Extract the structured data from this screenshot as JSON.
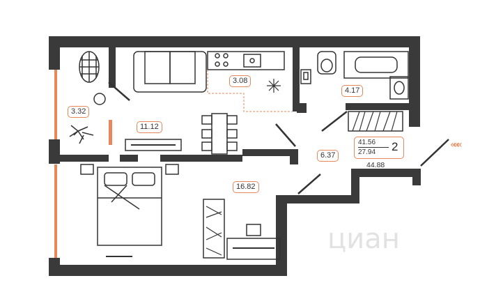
{
  "rooms": {
    "hall": "3.32",
    "kitchen_living": "11.12",
    "kitchen_zone": "3.08",
    "bathroom": "4.17",
    "corridor": "6.37",
    "bedroom": "16.82"
  },
  "summary": {
    "total_area": "41.56",
    "living_area": "27.94",
    "rooms_count": "2",
    "area_with_balcony": "44.88"
  },
  "entrance_marker": "«««",
  "watermark": "циан",
  "colors": {
    "wall": "#3a3a3a",
    "accent": "#e8875a",
    "furniture": "#333333"
  }
}
